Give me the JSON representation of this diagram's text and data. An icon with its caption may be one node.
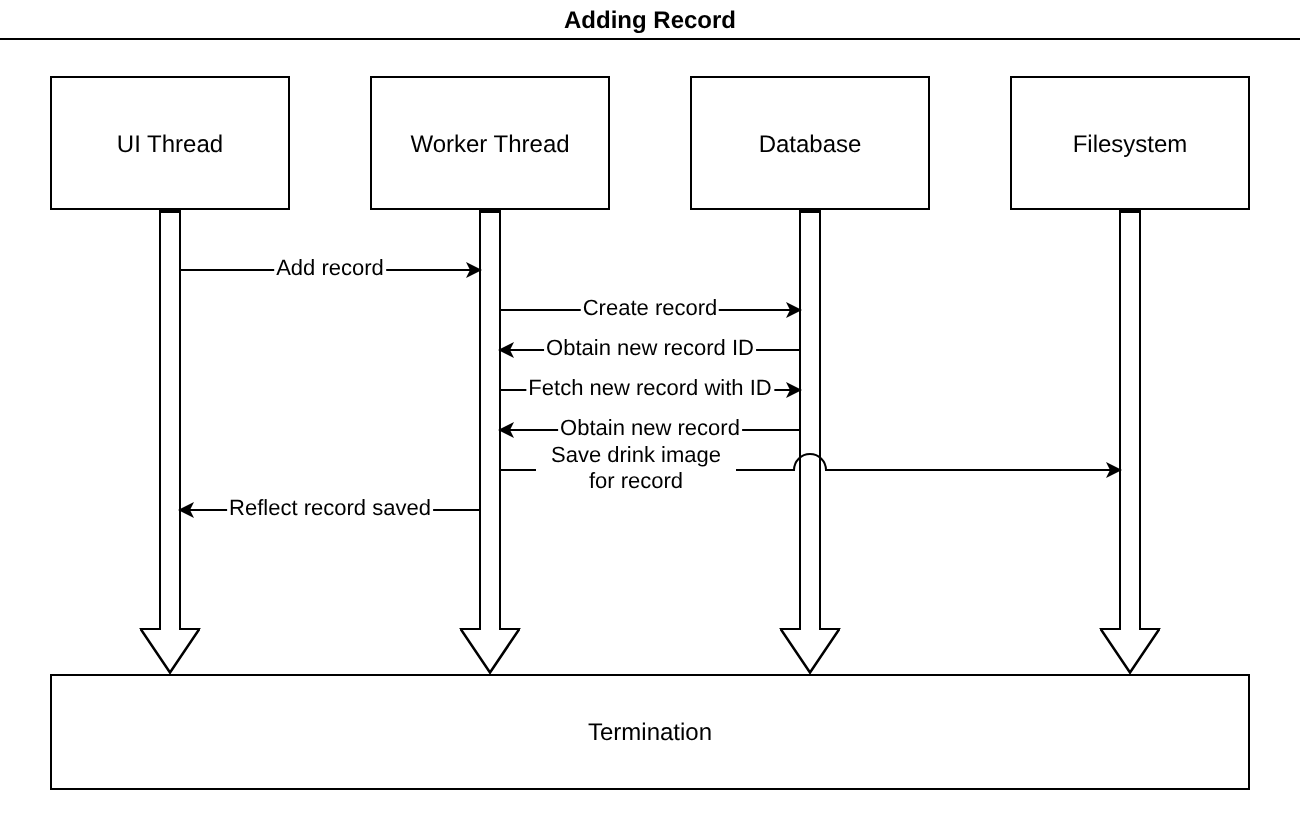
{
  "diagram": {
    "title": "Adding Record",
    "nodes": [
      {
        "text": [
          "UI Thread"
        ]
      },
      {
        "text": [
          "Worker Thread"
        ]
      },
      {
        "text": [
          "Database"
        ]
      },
      {
        "text": [
          "Filesystem"
        ]
      },
      {
        "text": [
          "Termination"
        ]
      },
      {
        "text": [],
        "shape": "arrow"
      },
      {
        "text": [],
        "shape": "arrow"
      },
      {
        "text": [],
        "shape": "arrow"
      },
      {
        "text": [],
        "shape": "arrow"
      }
    ],
    "edges": [
      {
        "from": 5,
        "to": 6,
        "arrow": "to",
        "label": "Add record"
      },
      {
        "from": 6,
        "to": 7,
        "arrow": "to",
        "label": "Create record"
      },
      {
        "from": 7,
        "to": 6,
        "arrow": "to",
        "label": "Obtain new record ID"
      },
      {
        "from": 6,
        "to": 7,
        "arrow": "to",
        "label": "Fetch new record with ID"
      },
      {
        "from": 7,
        "to": 6,
        "arrow": "to",
        "label": "Obtain new record"
      },
      {
        "from": 6,
        "to": 8,
        "arrow": "to",
        "label": "Save drink image for record"
      },
      {
        "from": 6,
        "to": 5,
        "arrow": "to",
        "label": "Reflect record saved"
      },
      {
        "from": 0,
        "to": 4,
        "arrow": "to",
        "style": "thick"
      },
      {
        "from": 1,
        "to": 4,
        "arrow": "to",
        "style": "thick"
      },
      {
        "from": 2,
        "to": 4,
        "arrow": "to",
        "style": "thick"
      },
      {
        "from": 3,
        "to": 4,
        "arrow": "to",
        "style": "thick"
      }
    ]
  }
}
